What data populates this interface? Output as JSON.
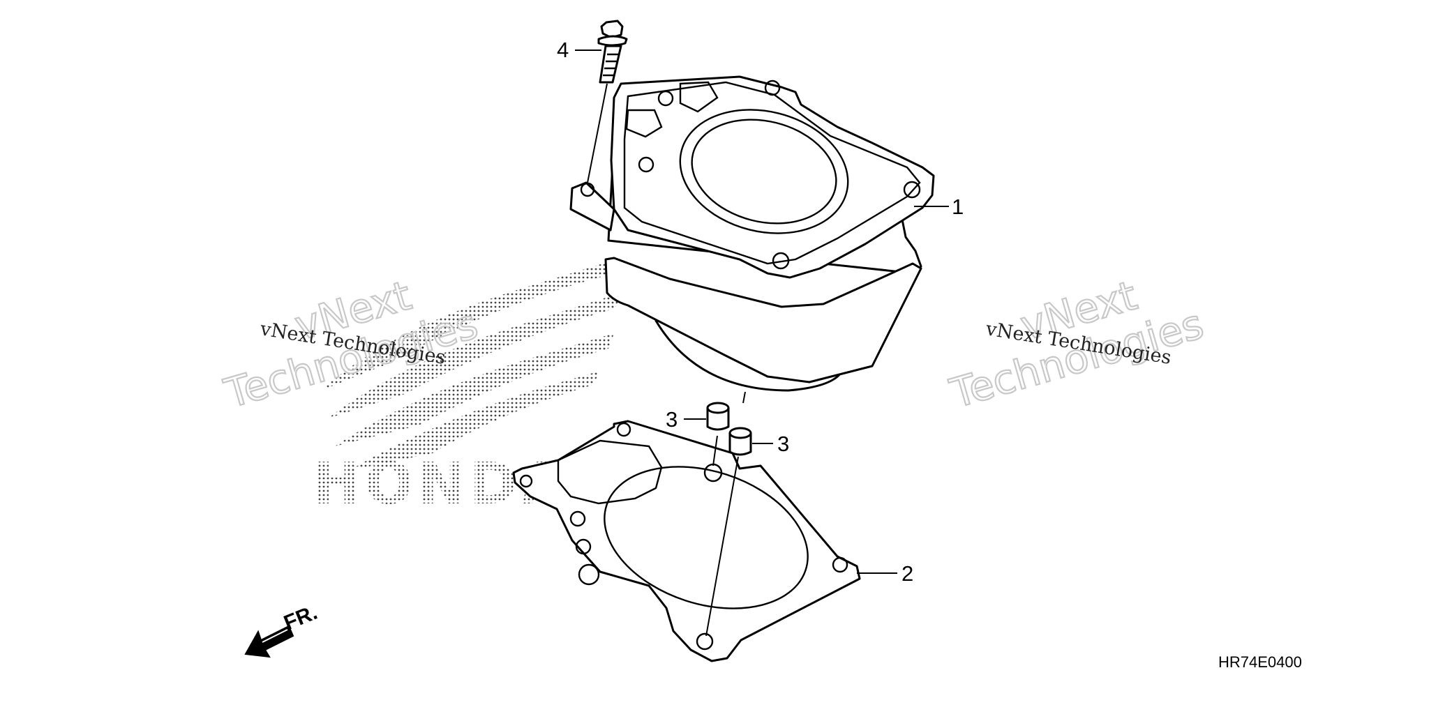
{
  "callouts": {
    "cylinder": "1",
    "gasket": "2",
    "dowel_left": "3",
    "dowel_right": "3",
    "bolt": "4"
  },
  "front_indicator": "FR.",
  "diagram_code": "HR74E0400",
  "watermarks": {
    "left_small": "vNext Technologies",
    "left_big_line1": "vNext",
    "left_big_line2": "Technologies",
    "right_small": "vNext Technologies",
    "right_big_line1": "vNext",
    "right_big_line2": "Technologies"
  },
  "logo_text": "HONDA",
  "colors": {
    "lines": "#000000",
    "background": "#ffffff",
    "watermark": "#c8c8c8"
  }
}
